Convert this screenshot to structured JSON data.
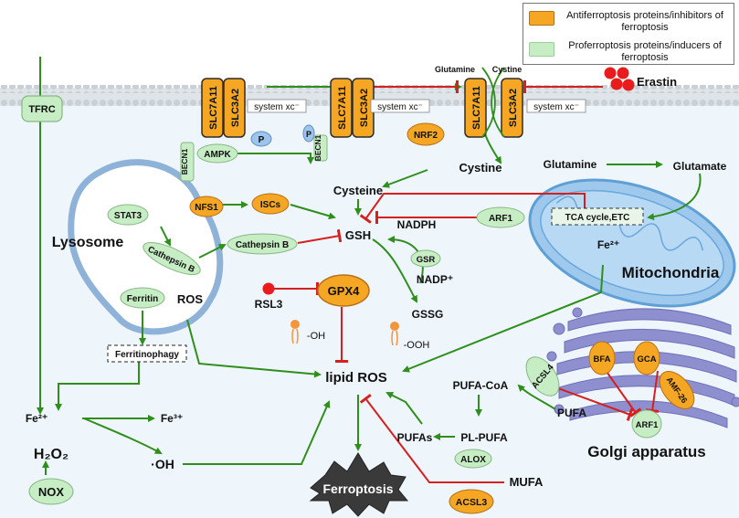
{
  "legend": {
    "anti_label": "Antiferroptosis proteins/inhibitors of ferroptosis",
    "pro_label": "Proferroptosis proteins/inducers of ferroptosis",
    "anti_color": "#f5a623",
    "pro_color": "#c6edc4"
  },
  "membrane": {
    "slc7a11": "SLC7A11",
    "slc3a2": "SLC3A2",
    "system_xc": "system xc⁻",
    "glutamine_top": "Glutamine",
    "cystine_top": "Cystine",
    "erastin": "Erastin"
  },
  "nodes": {
    "tfrc": "TFRC",
    "beclin1": "BECN1",
    "ampk": "AMPK",
    "p": "P",
    "nrf2": "NRF2",
    "cystine": "Cystine",
    "cysteine": "Cysteine",
    "glutamine": "Glutamine",
    "glutamate": "Glutamate",
    "stat3": "STAT3",
    "cathepsin_b_in": "Cathepsin B",
    "cathepsin_b_out": "Cathepsin B",
    "ferritin": "Ferritin",
    "ros_lyso": "ROS",
    "nfs1": "NFS1",
    "iscs": "ISCs",
    "arf1_top": "ARF1",
    "gsh": "GSH",
    "nadph": "NADPH",
    "gsr": "GSR",
    "nadp": "NADP⁺",
    "gssg": "GSSG",
    "gpx4": "GPX4",
    "rsl3": "RSL3",
    "oh_lipid": "-OH",
    "ooh_lipid": "-OOH",
    "ferritinophagy": "Ferritinophagy",
    "lipid_ros": "lipid ROS",
    "fe2_left": "Fe²⁺",
    "fe3": "Fe³⁺",
    "h2o2": "H₂O₂",
    "oh_radical": "·OH",
    "nox": "NOX",
    "ferroptosis": "Ferroptosis",
    "acsl3": "ACSL3",
    "mufa": "MUFA",
    "pufas": "PUFAs",
    "pl_pufa": "PL-PUFA",
    "alox": "ALOX",
    "pufa_coa": "PUFA-CoA",
    "pufa": "PUFA",
    "acsl4": "ACSL4",
    "bfa": "BFA",
    "gca": "GCA",
    "amf26": "AMF-26",
    "arf1_golgi": "ARF1",
    "tca": "TCA cycle,ETC",
    "fe2_mito": "Fe²⁺"
  },
  "compartments": {
    "lysosome": "Lysosome",
    "mitochondria": "Mitochondria",
    "golgi": "Golgi apparatus"
  }
}
